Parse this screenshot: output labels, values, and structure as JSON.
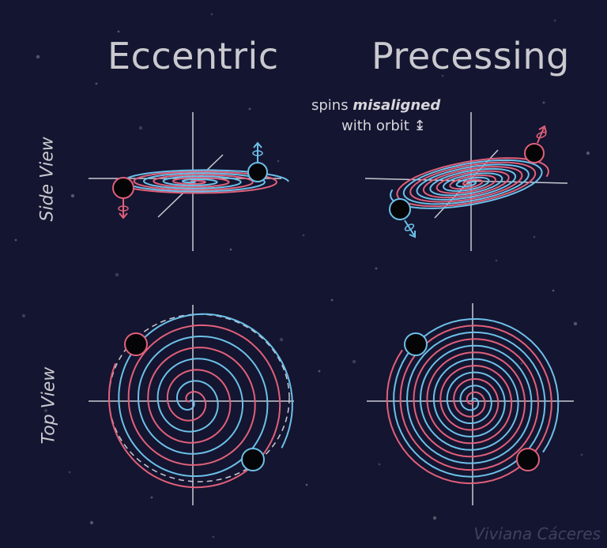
{
  "titles": {
    "left": "Eccentric",
    "right": "Precessing"
  },
  "row_labels": {
    "side": "Side View",
    "top": "Top View"
  },
  "note": {
    "line1_prefix": "spins ",
    "line1_emph": "misaligned",
    "line2": "with orbit ↨"
  },
  "credit": "Viviana Cáceres",
  "colors": {
    "background": "#141530",
    "axis": "#c9c9d4",
    "red": "#e0607a",
    "blue": "#6cc0e8",
    "dashed": "#c9c9d4",
    "hole": "#050507",
    "stars": "#8a8a95"
  }
}
